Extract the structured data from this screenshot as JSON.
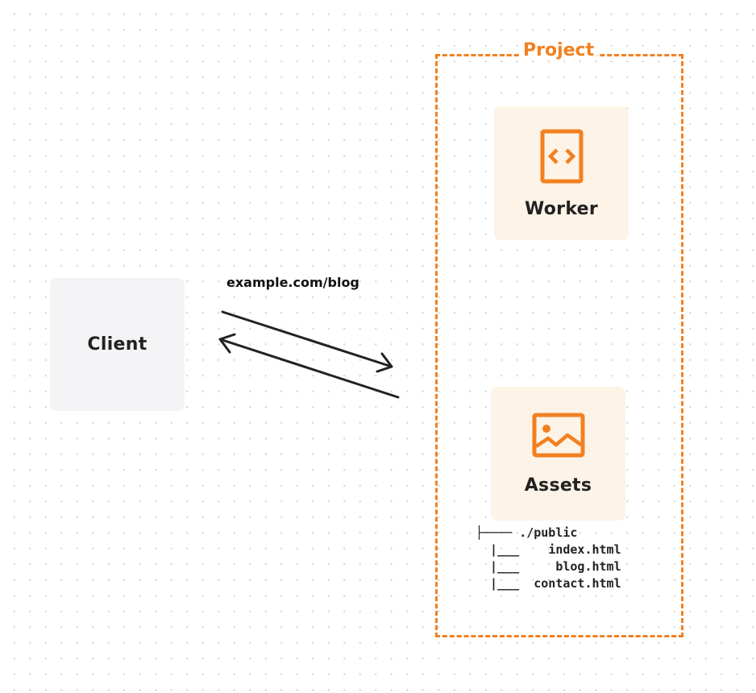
{
  "project": {
    "title": "Project",
    "accent": "#f38020"
  },
  "client": {
    "label": "Client"
  },
  "request": {
    "url": "example.com/blog"
  },
  "worker": {
    "label": "Worker",
    "icon": "code-file-icon"
  },
  "assets": {
    "label": "Assets",
    "icon": "image-icon",
    "tree": {
      "root": "./public",
      "files": [
        "index.html",
        "blog.html",
        "contact.html"
      ]
    }
  }
}
